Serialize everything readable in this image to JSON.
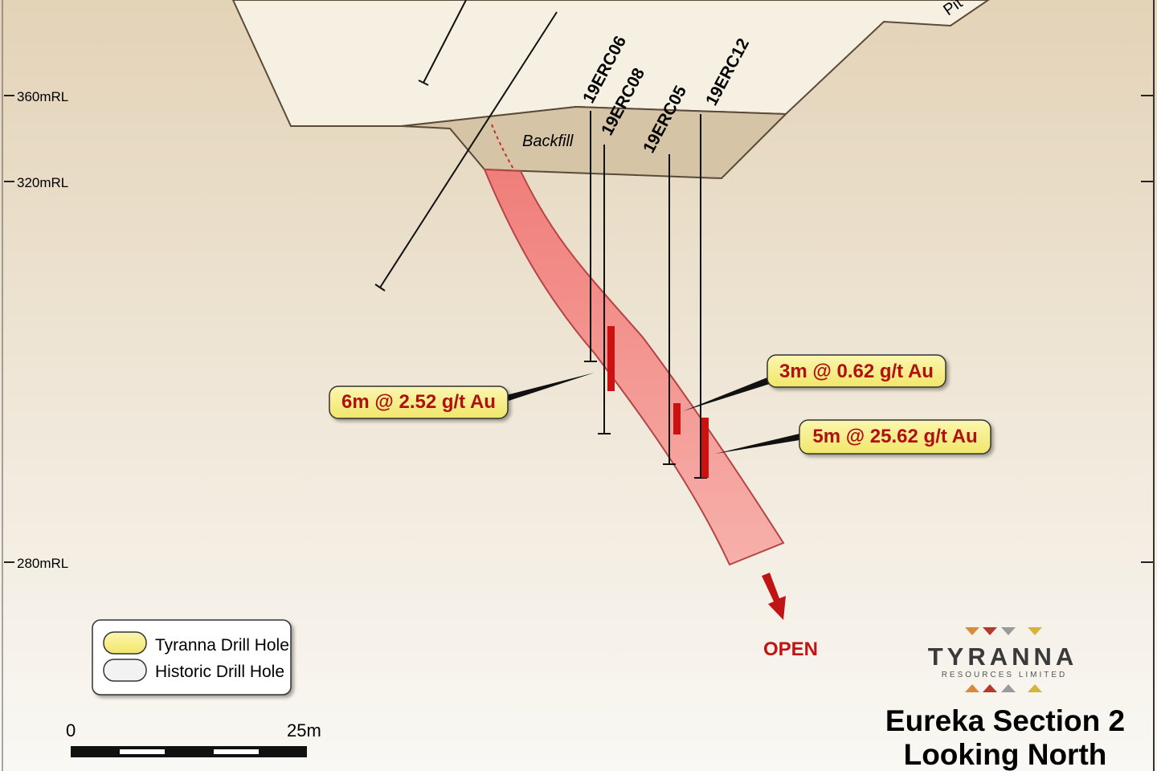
{
  "axis": {
    "levels": [
      "360mRL",
      "320mRL",
      "280mRL"
    ]
  },
  "pit_label": "Pit",
  "backfill_label": "Backfill",
  "drill_holes": [
    "19ERC06",
    "19ERC08",
    "19ERC05",
    "19ERC12"
  ],
  "intercepts": [
    "6m @ 2.52 g/t Au",
    "3m @ 0.62 g/t Au",
    "5m @ 25.62 g/t Au"
  ],
  "open_label": "OPEN",
  "legend": {
    "tyranna": "Tyranna Drill Hole",
    "historic": "Historic Drill Hole"
  },
  "scale": {
    "start": "0",
    "end": "25m"
  },
  "logo": {
    "name": "TYRANNA",
    "sub": "RESOURCES LIMITED"
  },
  "title": {
    "line1": "Eureka Section 2",
    "line2": "Looking North"
  },
  "colors": {
    "ore": "#f28a86",
    "intercept": "#cc1111",
    "callout": "#f7f08a",
    "open": "#c01515"
  }
}
